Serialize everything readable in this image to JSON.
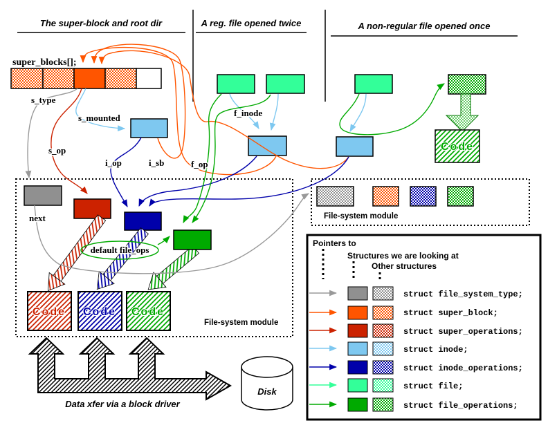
{
  "panels": {
    "panel1_title": "The super-block and root dir",
    "panel2_title": "A reg. file opened twice",
    "panel3_title": "A non-regular file opened once"
  },
  "labels": {
    "super_blocks_array": "super_blocks[];",
    "s_type": "s_type",
    "s_mounted": "s_mounted",
    "s_op": "s_op",
    "i_op": "i_op",
    "i_sb": "i_sb",
    "f_op": "f_op",
    "f_inode": "f_inode",
    "next": "next",
    "default_file_ops": "default file_ops",
    "code": "Code",
    "fs_module": "File-system module",
    "data_xfer": "Data xfer via a block driver",
    "disk": "Disk"
  },
  "legend": {
    "pointers_to": "Pointers to",
    "structures_we_are_looking_at": "Structures we are looking at",
    "other_structures": "Other structures",
    "rows": [
      {
        "name": "file_system_type",
        "color": "#909090",
        "arrow_color": "#999999",
        "label": "struct file_system_type;"
      },
      {
        "name": "super_block",
        "color": "#FF5500",
        "arrow_color": "#FF5500",
        "label": "struct super_block;"
      },
      {
        "name": "super_operations",
        "color": "#CC2200",
        "arrow_color": "#CC2200",
        "label": "struct super_operations;"
      },
      {
        "name": "inode",
        "color": "#7EC8F0",
        "arrow_color": "#7EC8F0",
        "label": "struct inode;"
      },
      {
        "name": "inode_operations",
        "color": "#0000AA",
        "arrow_color": "#0000AA",
        "label": "struct inode_operations;"
      },
      {
        "name": "file",
        "color": "#33FF99",
        "arrow_color": "#33FF99",
        "label": "struct file;"
      },
      {
        "name": "file_operations",
        "color": "#00AA00",
        "arrow_color": "#00AA00",
        "label": "struct file_operations;"
      }
    ]
  }
}
